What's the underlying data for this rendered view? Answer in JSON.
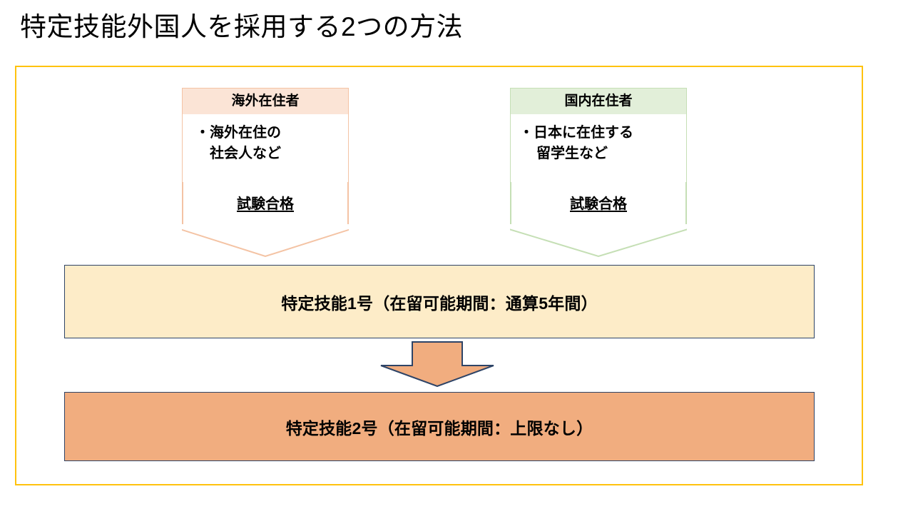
{
  "slide": {
    "title": "特定技能外国人を採用する2つの方法",
    "frame_color": "#FFC20E"
  },
  "sources": [
    {
      "id": "overseas",
      "header": "海外在住者",
      "lines": [
        "・海外在住の",
        "社会人など"
      ],
      "arrow_label": "試験合格",
      "header_color": "#FBE4D6",
      "outline_color": "#F4C3A4"
    },
    {
      "id": "domestic",
      "header": "国内在住者",
      "lines": [
        "・日本に在住する",
        "留学生など"
      ],
      "arrow_label": "試験合格",
      "header_color": "#E2EFD9",
      "outline_color": "#C5DFB5"
    }
  ],
  "bands": [
    {
      "id": "ssw-1",
      "text": "特定技能1号（在留可能期間：通算5年間）",
      "fill": "#FDECC8",
      "border": "#2E4467"
    },
    {
      "id": "ssw-2",
      "text": "特定技能2号（在留可能期間：上限なし）",
      "fill": "#F1AD7F",
      "border": "#2E4467"
    }
  ],
  "middle_arrow": {
    "fill": "#F1AD7F",
    "border": "#2E4467"
  }
}
